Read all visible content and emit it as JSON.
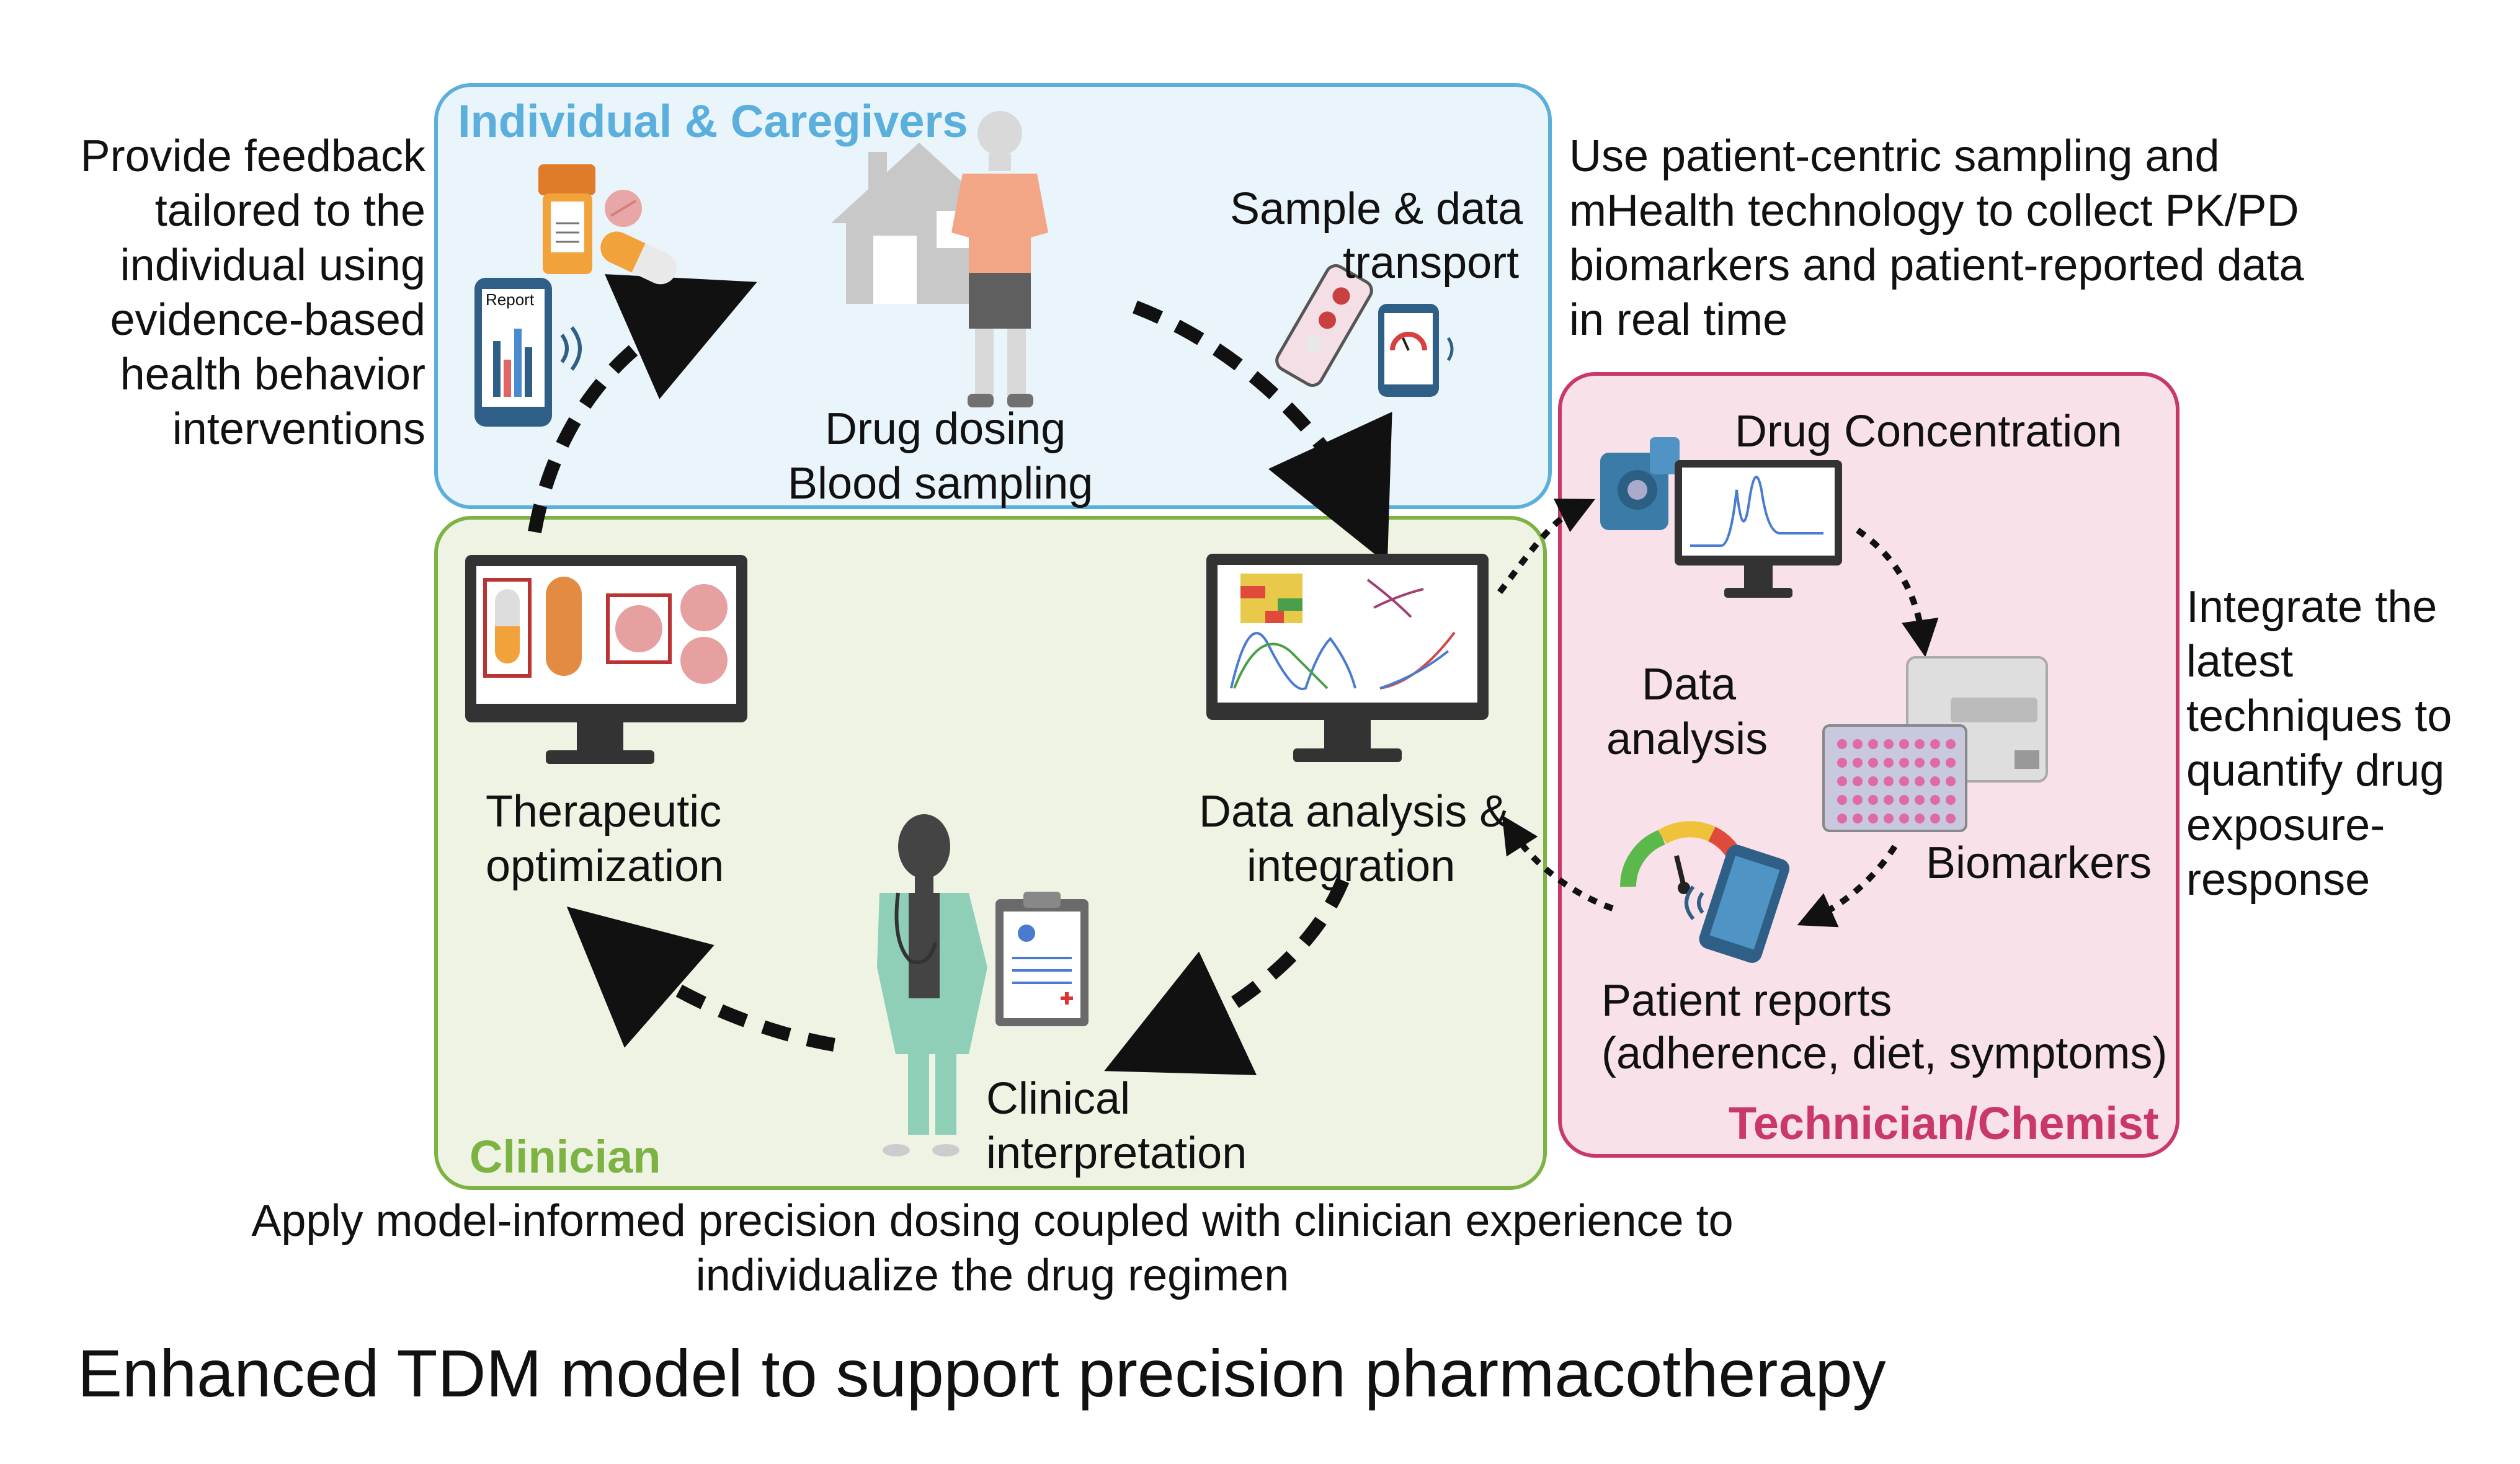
{
  "title": "Enhanced TDM model to support precision pharmacotherapy",
  "panels": {
    "individual": {
      "label": "Individual & Caregivers",
      "color": "#5aafdc",
      "fill": "#e9f4fb"
    },
    "clinician": {
      "label": "Clinician",
      "color": "#7db343",
      "fill": "#eef3e3"
    },
    "technician": {
      "label": "Technician/Chemist",
      "color": "#c9376b",
      "fill": "#f8e1e8"
    }
  },
  "nodes": {
    "drug_dosing": [
      "Drug dosing",
      "Blood sampling"
    ],
    "sample_transport": [
      "Sample & data",
      "transport"
    ],
    "data_integration": [
      "Data analysis &",
      "integration"
    ],
    "therapeutic": [
      "Therapeutic",
      "optimization"
    ],
    "clinical": [
      "Clinical",
      "interpretation"
    ],
    "drug_concentration": "Drug Concentration",
    "data_analysis": [
      "Data",
      "analysis"
    ],
    "biomarkers": "Biomarkers",
    "patient_reports": [
      "Patient reports",
      "(adherence, diet, symptoms)"
    ]
  },
  "annotations": {
    "feedback": [
      "Provide feedback",
      "tailored to the",
      "individual using",
      "evidence-based",
      "health behavior",
      "interventions"
    ],
    "sampling": [
      "Use patient-centric sampling and",
      "mHealth technology to collect PK/PD",
      "biomarkers and patient-reported data",
      "in real time"
    ],
    "integrate": [
      "Integrate the",
      "latest",
      "techniques to",
      "quantify drug",
      "exposure-",
      "response"
    ],
    "apply": [
      "Apply model-informed precision dosing coupled with clinician experience to",
      "individualize the drug regimen"
    ]
  },
  "icon_texts": {
    "report": "Report"
  },
  "icons": [
    "pill-bottle-icon",
    "tablet-icon",
    "phone-report-icon",
    "house-icon",
    "person-icon",
    "test-strip-icon",
    "phone-gauge-icon",
    "monitor-pills-icon",
    "monitor-charts-icon",
    "clinician-icon",
    "clipboard-icon",
    "lc-instrument-icon",
    "monitor-chromatogram-icon",
    "plate-reader-icon",
    "well-plate-icon",
    "gauge-phone-icon"
  ]
}
